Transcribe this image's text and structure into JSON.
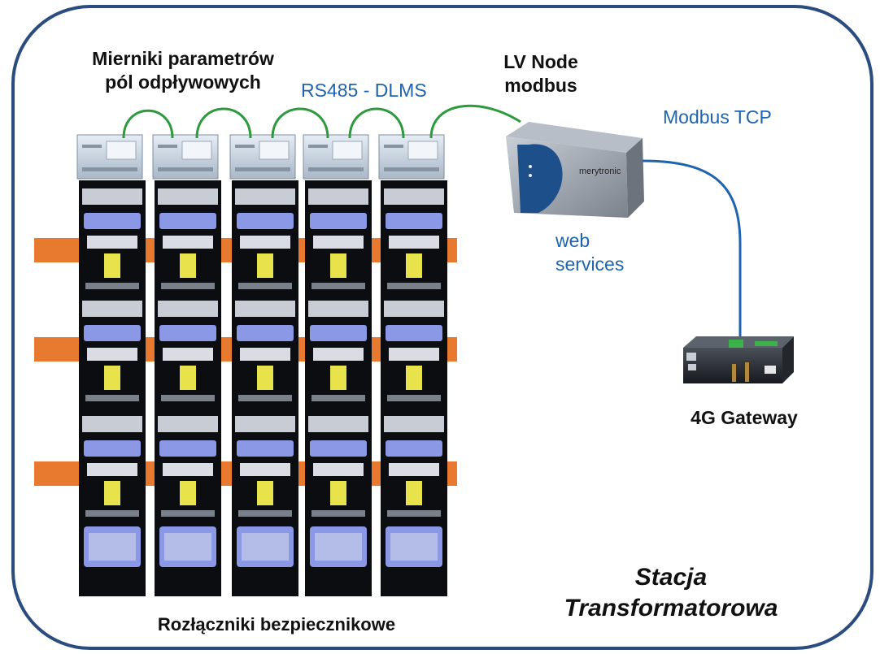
{
  "labels": {
    "meters": [
      "Mierniki parametrów",
      "pól odpływowych"
    ],
    "rs485": "RS485 - DLMS",
    "lv_node": [
      "LV Node",
      "modbus"
    ],
    "modbus_tcp": "Modbus TCP",
    "web_services": [
      "web",
      "services"
    ],
    "gateway": "4G Gateway",
    "fuses": "Rozłączniki bezpiecznikowe",
    "station": [
      "Stacja",
      "Transformatorowa"
    ]
  },
  "device_labels": {
    "lv_node_brand": "merytronic"
  },
  "colors": {
    "frame": "#2b4c7e",
    "rs485_line": "#2e9a3e",
    "tcp_line": "#1f64b0",
    "busbar": "#e87a2f",
    "accent_blue": "#1f64b0"
  }
}
